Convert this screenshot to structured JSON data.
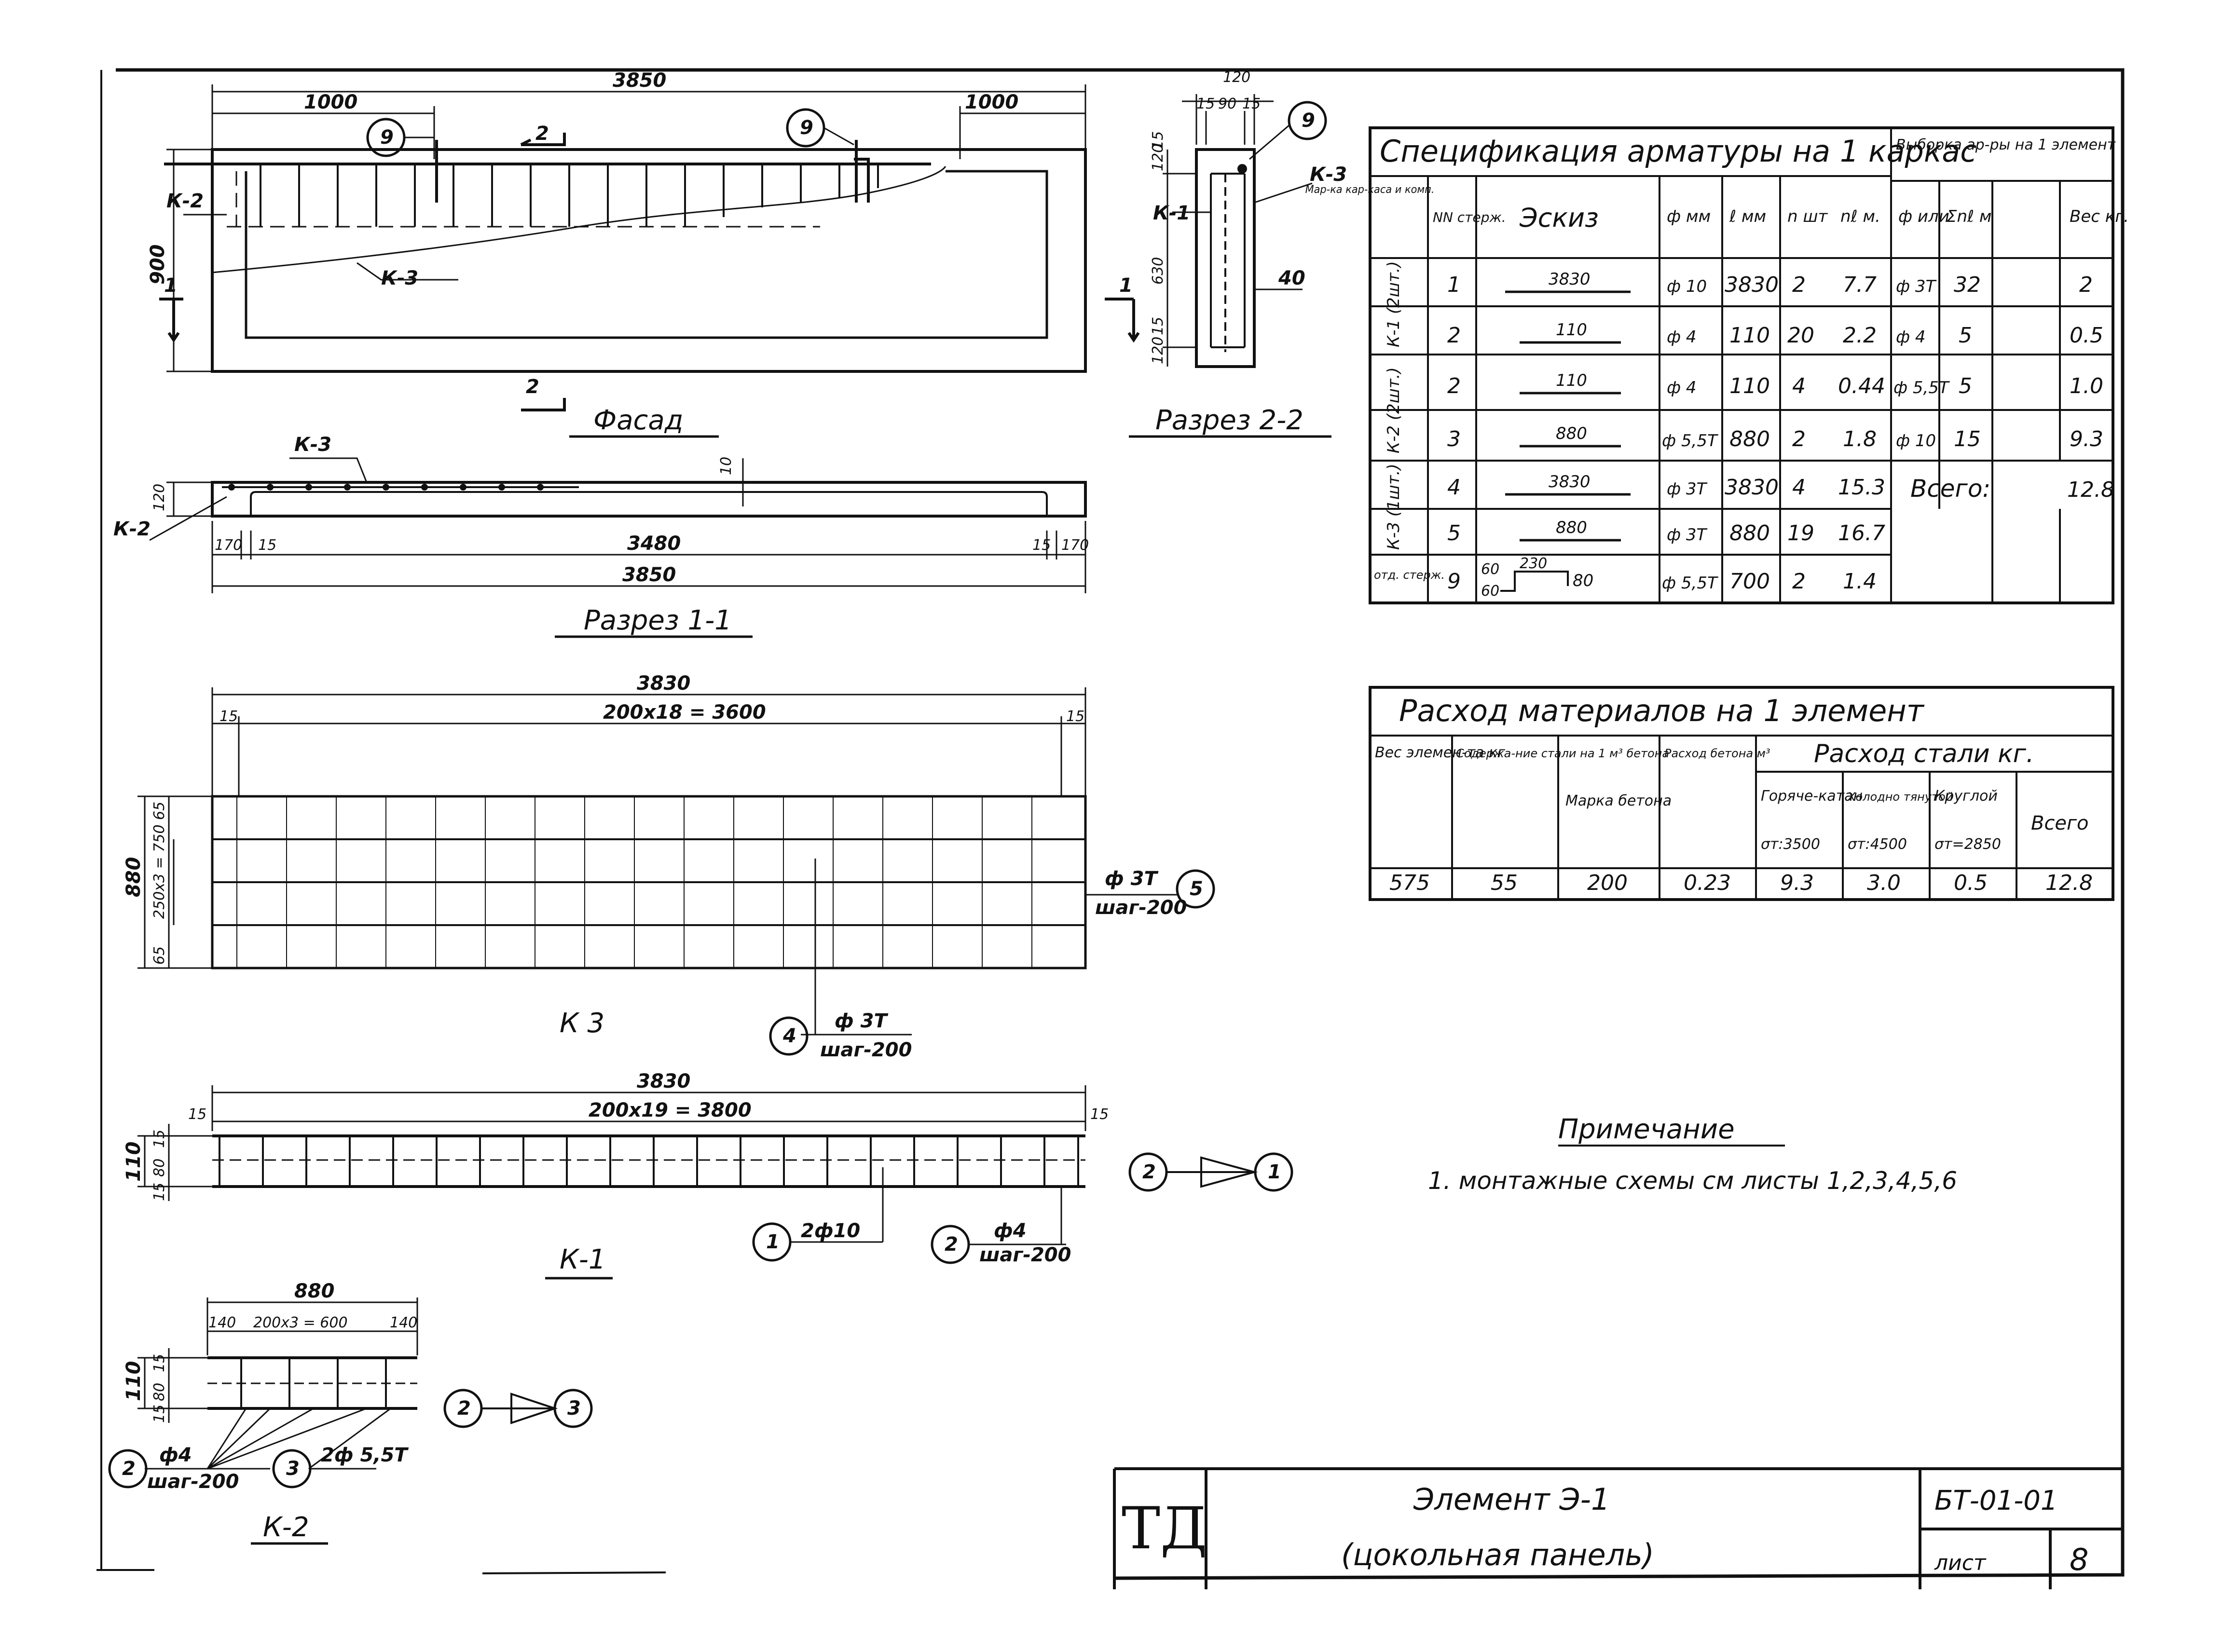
{
  "views": {
    "facade": {
      "title": "Фасад",
      "dim_total": "3850",
      "dim_left": "1000",
      "dim_right": "1000",
      "dim_height": "900",
      "label_k2": "К-2",
      "label_k3": "К-3",
      "callout_9": "9",
      "section_1": "1",
      "section_2": "2"
    },
    "section_2_2": {
      "title": "Разрез 2-2",
      "dim_top": "120",
      "dim_a": "15",
      "dim_b": "90",
      "dim_c": "15",
      "dim_side_top": "120",
      "dim_side_mid": "630",
      "dim_side_bot": "120",
      "dim_side_15a": "15",
      "dim_side_15b": "15",
      "dim_40": "40",
      "label_k1": "К-1",
      "label_k3": "К-3",
      "callout_9": "9"
    },
    "section_1_1": {
      "title": "Разрез 1-1",
      "label_k3": "К-3",
      "label_k2": "К-2",
      "dim_120": "120",
      "dim_10": "10",
      "dim_170_left": "170",
      "dim_15_left": "15",
      "dim_3480": "3480",
      "dim_15_right": "15",
      "dim_170_right": "170",
      "dim_total": "3850"
    },
    "k3": {
      "title": "К 3",
      "dim_total": "3830",
      "dim_spacing": "200х18 = 3600",
      "dim_15_left": "15",
      "dim_15_right": "15",
      "dim_height": "880",
      "dim_65_top": "65",
      "dim_250": "250х3 = 750",
      "dim_65_bot": "65",
      "callout_5": "5",
      "callout_5_bar": "ф 3Т",
      "callout_5_step": "шаг-200",
      "callout_4": "4",
      "callout_4_bar": "ф 3Т",
      "callout_4_step": "шаг-200"
    },
    "k1": {
      "title": "К-1",
      "dim_total": "3830",
      "dim_spacing": "200х19 = 3800",
      "dim_15_left": "15",
      "dim_15_right": "15",
      "dim_110": "110",
      "dim_15_top": "15",
      "dim_80": "80",
      "dim_15_bot": "15",
      "callout_1": "1",
      "callout_1_bar": "2ф10",
      "callout_2": "2",
      "callout_2_bar": "ф4",
      "callout_2_step": "шаг-200",
      "weld_from": "2",
      "weld_to": "1"
    },
    "k2": {
      "title": "К-2",
      "dim_total": "880",
      "dim_140_left": "140",
      "dim_spacing": "200х3 = 600",
      "dim_140_right": "140",
      "dim_110": "110",
      "dim_15_top": "15",
      "dim_80": "80",
      "dim_15_bot": "15",
      "callout_2": "2",
      "callout_2_bar": "ф4",
      "callout_2_step": "шаг-200",
      "callout_3": "3",
      "callout_3_bar": "2ф 5,5Т",
      "weld_from": "2",
      "weld_to": "3"
    }
  },
  "spec_table": {
    "title": "Спецификация арматуры на 1 каркас",
    "sample_title": "Выборка ар-ры на 1 элемент",
    "headers": {
      "mark": "Мар-ка кар-каса и комп.",
      "nn": "NN стерж.",
      "sketch": "Эскиз",
      "phi": "ф мм",
      "len": "ℓ мм",
      "n": "n шт",
      "nl": "nℓ м.",
      "phi2": "ф или",
      "cnl": "Σnℓ м",
      "weight": "Вес кг."
    },
    "groups": [
      {
        "mark": "К-1 (2шт.)",
        "rows": [
          0,
          1
        ]
      },
      {
        "mark": "К-2 (2шт.)",
        "rows": [
          2,
          3
        ]
      },
      {
        "mark": "К-3 (1шт.)",
        "rows": [
          4,
          5
        ]
      },
      {
        "mark": "отд. стерж.",
        "rows": [
          6
        ]
      }
    ],
    "rows": [
      {
        "nn": "1",
        "sketch": "3830",
        "phi": "ф 10",
        "len": "3830",
        "n": "2",
        "nl": "7.7"
      },
      {
        "nn": "2",
        "sketch": "110",
        "phi": "ф 4",
        "len": "110",
        "n": "20",
        "nl": "2.2"
      },
      {
        "nn": "2",
        "sketch": "110",
        "phi": "ф 4",
        "len": "110",
        "n": "4",
        "nl": "0.44"
      },
      {
        "nn": "3",
        "sketch": "880",
        "phi": "ф 5,5Т",
        "len": "880",
        "n": "2",
        "nl": "1.8"
      },
      {
        "nn": "4",
        "sketch": "3830",
        "phi": "ф 3Т",
        "len": "3830",
        "n": "4",
        "nl": "15.3"
      },
      {
        "nn": "5",
        "sketch": "880",
        "phi": "ф 3Т",
        "len": "880",
        "n": "19",
        "nl": "16.7"
      },
      {
        "nn": "9",
        "sketch": "230",
        "sketch_a": "60",
        "sketch_b": "60",
        "sketch_c": "80",
        "phi": "ф 5,5Т",
        "len": "700",
        "n": "2",
        "nl": "1.4"
      }
    ],
    "sample_rows": [
      {
        "phi": "ф 3Т",
        "cnl": "32",
        "weight": "2"
      },
      {
        "phi": "ф 4",
        "cnl": "5",
        "weight": "0.5"
      },
      {
        "phi": "ф 5,5Т",
        "cnl": "5",
        "weight": "1.0"
      },
      {
        "phi": "ф 10",
        "cnl": "15",
        "weight": "9.3"
      }
    ],
    "total_label": "Всего:",
    "total_value": "12.8"
  },
  "material_table": {
    "title": "Расход материалов на 1 элемент",
    "steel_group": "Расход стали кг.",
    "headers": {
      "weight": "Вес элемен-та кг",
      "content": "Содержа-ние стали на 1 м³ бетона",
      "grade": "Марка бетона",
      "concrete": "Расход бетона м³",
      "hot": "Горяче-катан",
      "hot_sigma": "σт:3500",
      "cold": "Холодно тянутой",
      "cold_sigma": "σт:4500",
      "round": "Круглой",
      "round_sigma": "σт=2850",
      "total": "Всего"
    },
    "values": {
      "weight": "575",
      "content": "55",
      "grade": "200",
      "concrete": "0.23",
      "hot": "9.3",
      "cold": "3.0",
      "round": "0.5",
      "total": "12.8"
    }
  },
  "note": {
    "title": "Примечание",
    "text": "1. монтажные схемы см листы 1,2,3,4,5,6"
  },
  "title_block": {
    "logo": "ТД",
    "name_line1": "Элемент Э-1",
    "name_line2": "(цокольная панель)",
    "code": "БТ-01-01",
    "sheet_label": "лист",
    "sheet_number": "8"
  }
}
